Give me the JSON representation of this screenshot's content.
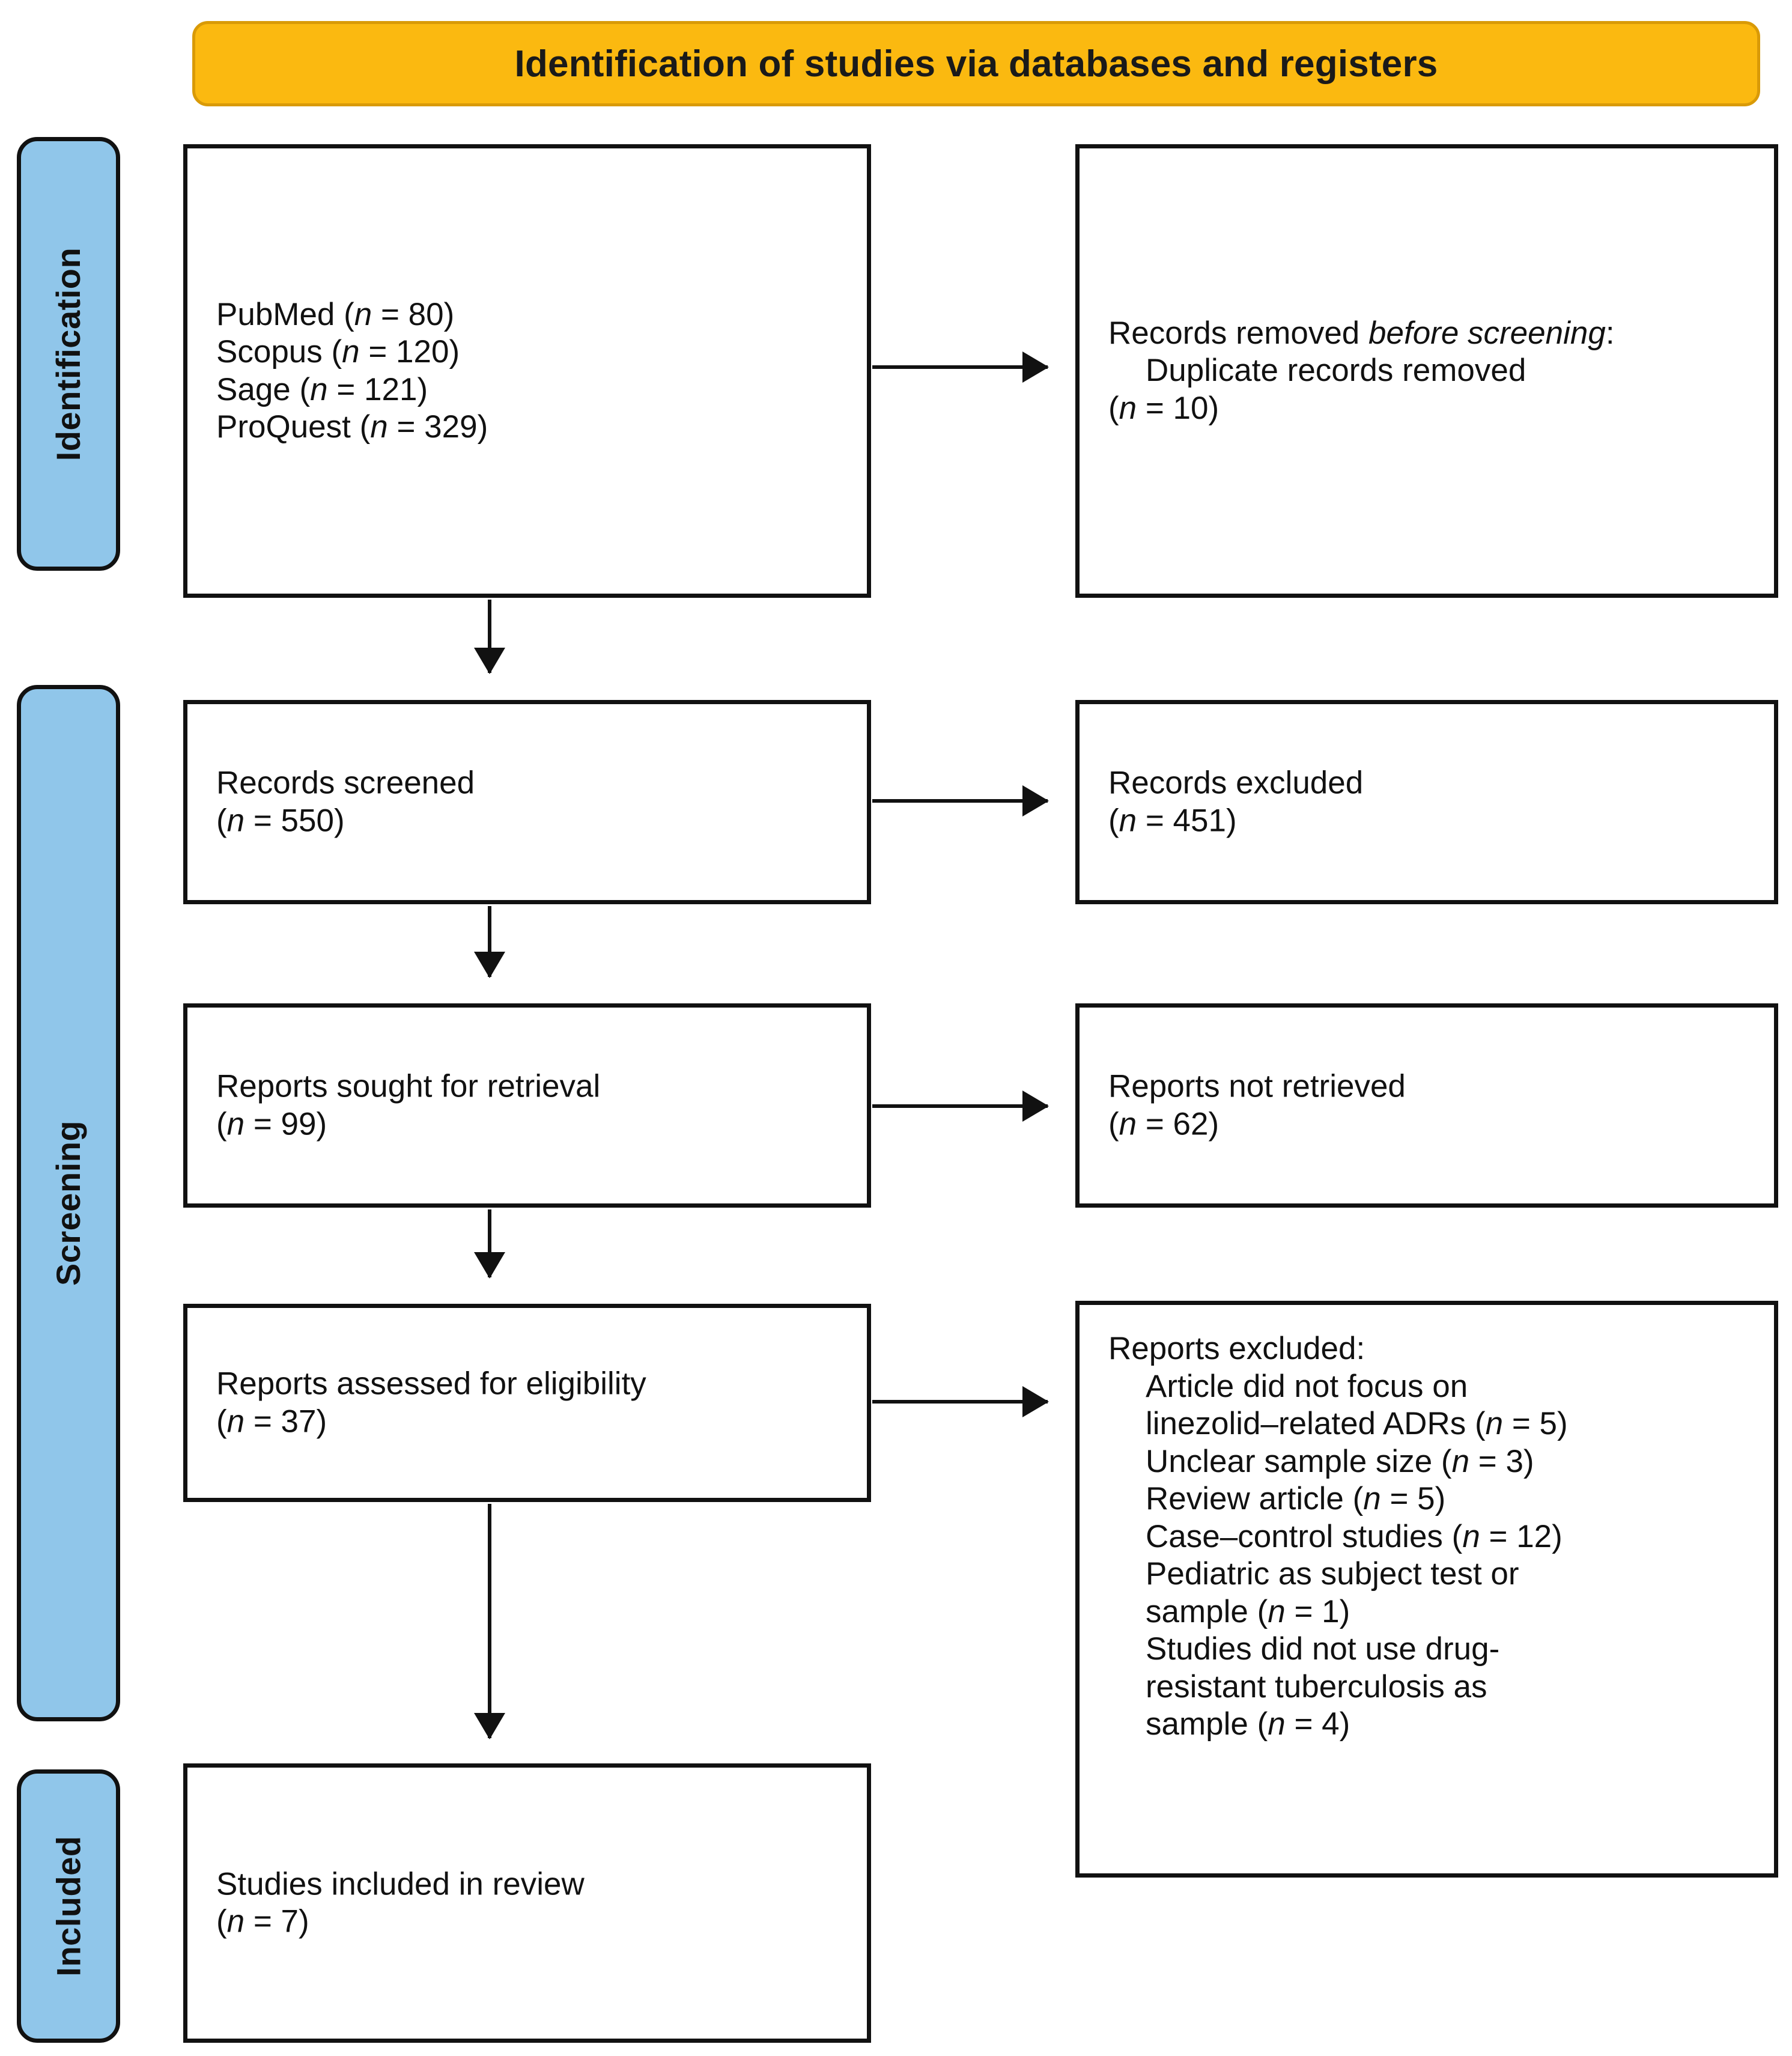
{
  "banner": {
    "title": "Identification of studies via databases and registers"
  },
  "stages": [
    {
      "id": "identification",
      "label": "Identification"
    },
    {
      "id": "screening",
      "label": "Screening"
    },
    {
      "id": "included",
      "label": "Included"
    }
  ],
  "colors": {
    "banner_fill": "#FBB910",
    "banner_border": "#D99A07",
    "stage_fill": "#90C6EA",
    "stroke": "#111111",
    "box_fill": "#FFFFFF"
  },
  "boxes": {
    "databases": {
      "lines": [
        "PubMed (n = 80)",
        "Scopus (n = 120)",
        "Sage (n = 121)",
        "ProQuest (n = 329)"
      ],
      "sources": [
        {
          "name": "PubMed",
          "n": 80
        },
        {
          "name": "Scopus",
          "n": 120
        },
        {
          "name": "Sage",
          "n": 121
        },
        {
          "name": "ProQuest",
          "n": 329
        }
      ]
    },
    "records_removed": {
      "heading_plain": "Records removed ",
      "heading_italic": "before screening",
      "heading_colon": ":",
      "items": [
        "Duplicate records removed",
        "(n = 10)"
      ]
    },
    "records_screened": {
      "label": "Records screened",
      "count": "(n = 550)"
    },
    "records_excluded": {
      "label": "Records excluded",
      "count": "(n = 451)"
    },
    "reports_sought": {
      "label": "Reports sought for retrieval",
      "count": "(n = 99)"
    },
    "reports_not_retrieved": {
      "label": "Reports not retrieved",
      "count": "(n = 62)"
    },
    "reports_assessed": {
      "label": "Reports assessed for eligibility",
      "count": "(n = 37)"
    },
    "reports_excluded": {
      "heading": "Reports excluded:",
      "reasons": [
        "Article did not focus on",
        "linezolid–related ADRs (n = 5)",
        "Unclear sample size (n = 3)",
        "Review article (n = 5)",
        "Case–control studies (n = 12)",
        "Pediatric as subject test or",
        "sample (n = 1)",
        "Studies did not use drug-",
        "resistant tuberculosis as",
        "sample (n = 4)"
      ]
    },
    "studies_included": {
      "label": "Studies included in review",
      "count": "(n = 7)"
    }
  }
}
